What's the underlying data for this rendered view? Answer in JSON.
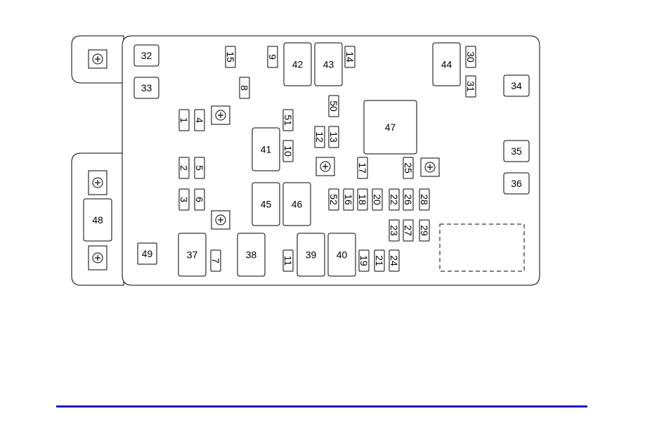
{
  "labels": {
    "f1": "1",
    "f2": "2",
    "f3": "3",
    "f4": "4",
    "f5": "5",
    "f6": "6",
    "f7": "7",
    "f8": "8",
    "f9": "9",
    "f10": "10",
    "f11": "11",
    "f12": "12",
    "f13": "13",
    "f14": "14",
    "f15": "15",
    "f16": "16",
    "f17": "17",
    "f18": "18",
    "f19": "19",
    "f20": "20",
    "f21": "21",
    "f22": "22",
    "f23": "23",
    "f24": "24",
    "f25": "25",
    "f26": "26",
    "f27": "27",
    "f28": "28",
    "f29": "29",
    "f30": "30",
    "f31": "31",
    "f32": "32",
    "f33": "33",
    "f34": "34",
    "f35": "35",
    "f36": "36",
    "f37": "37",
    "f38": "38",
    "f39": "39",
    "f40": "40",
    "f41": "41",
    "f42": "42",
    "f43": "43",
    "f44": "44",
    "f45": "45",
    "f46": "46",
    "f47": "47",
    "f48": "48",
    "f49": "49",
    "f50": "50",
    "f51": "51",
    "f52": "52"
  },
  "colors": {
    "rule": "#1a1acc",
    "stroke": "#000000"
  },
  "icons": {
    "mounting_bolt": "mounting-bolt-icon"
  }
}
